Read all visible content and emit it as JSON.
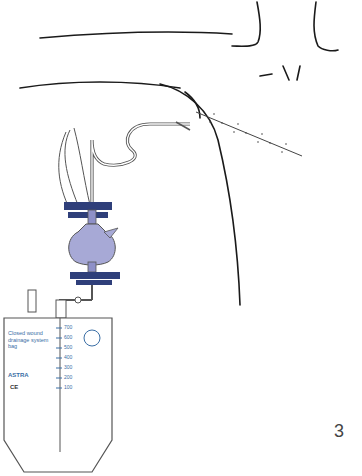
{
  "diagram": {
    "labels": [
      "Closed wound drainage system bag",
      "ASTRA",
      "CE",
      "700",
      "600",
      "500",
      "400",
      "300",
      "200",
      "100",
      "3"
    ]
  }
}
